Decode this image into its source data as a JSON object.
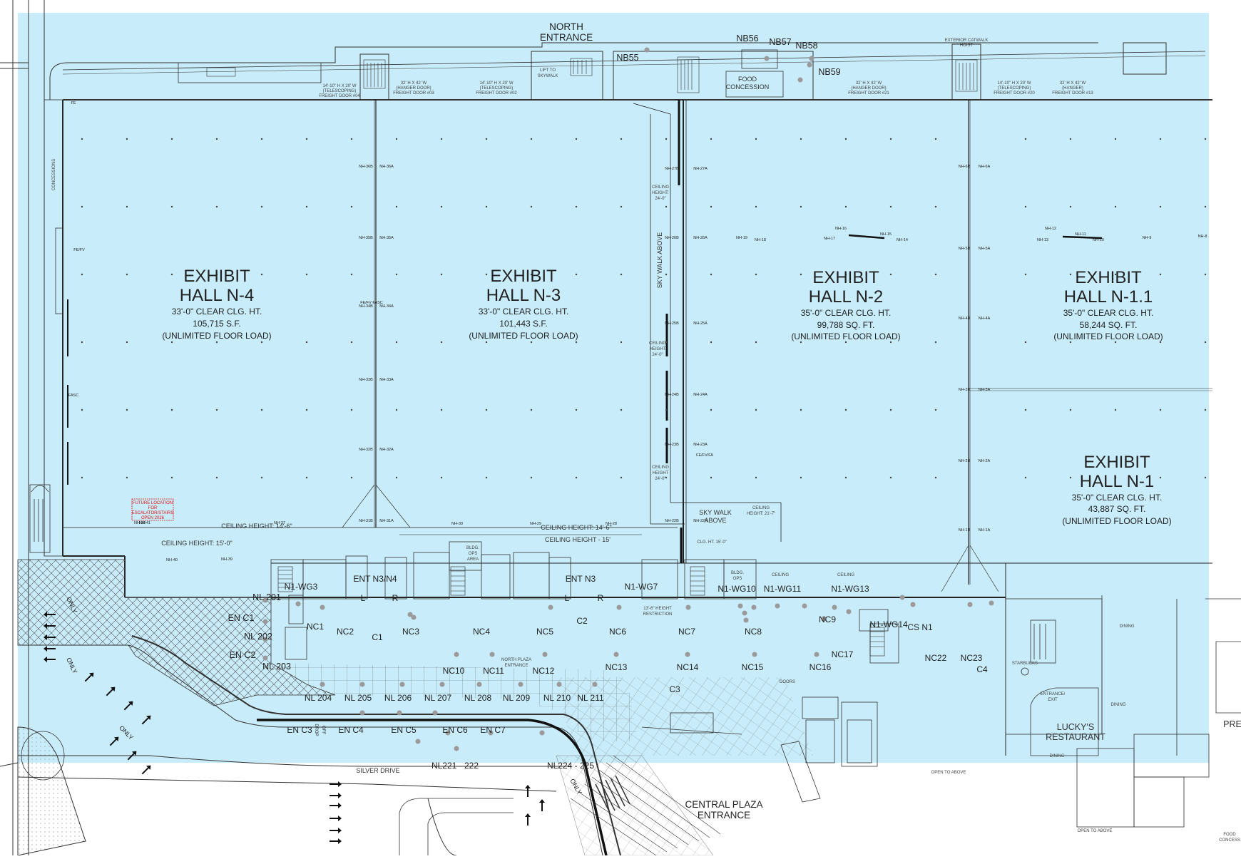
{
  "halls": [
    {
      "id": "n4",
      "title1": "EXHIBIT",
      "title2": "HALL N-4",
      "clearance": "33'-0\" CLEAR CLG. HT.",
      "area": "105,715 S.F.",
      "load": "(UNLIMITED FLOOR LOAD)"
    },
    {
      "id": "n3",
      "title1": "EXHIBIT",
      "title2": "HALL N-3",
      "clearance": "33'-0\" CLEAR CLG. HT.",
      "area": "101,443 S.F.",
      "load": "(UNLIMITED FLOOR LOAD)"
    },
    {
      "id": "n2",
      "title1": "EXHIBIT",
      "title2": "HALL N-2",
      "clearance": "35'-0\" CLEAR CLG. HT.",
      "area": "99,788 SQ. FT.",
      "load": "(UNLIMITED FLOOR LOAD)"
    },
    {
      "id": "n11",
      "title1": "EXHIBIT",
      "title2": "HALL N-1.1",
      "clearance": "35'-0\" CLEAR CLG. HT.",
      "area": "58,244 SQ. FT.",
      "load": "(UNLIMITED FLOOR LOAD)"
    },
    {
      "id": "n1",
      "title1": "EXHIBIT",
      "title2": "HALL N-1",
      "clearance": "35'-0\" CLEAR CLG. HT.",
      "area": "43,887 SQ. FT.",
      "load": "(UNLIMITED FLOOR LOAD)"
    }
  ],
  "entrances": {
    "north1": "NORTH",
    "north2": "ENTRANCE",
    "central1": "CENTRAL PLAZA",
    "central2": "ENTRANCE",
    "lucky1": "LUCKY'S",
    "lucky2": "RESTAURANT",
    "food1": "FOOD",
    "food2": "CONCESSION",
    "skyA1": "SKY WALK",
    "skyA2": "ABOVE",
    "skyV": "SKY WALK ABOVE",
    "lift1": "LIFT TO",
    "lift2": "SKYWALK",
    "concessions": "CONCESSIONS",
    "silver": "SILVER DRIVE",
    "north_plaza1": "NORTH PLAZA",
    "north_plaza2": "ENTRANCE",
    "pre": "PRE",
    "food_right1": "FOOD",
    "food_right2": "CONCESS",
    "bldg1": "BLDG.",
    "bldg2": "OPS",
    "bldg3": "AREA",
    "bldgops1": "BLDG.",
    "bldgops2": "OPS",
    "starbucks": "STARBUCKS",
    "dining": "DINING",
    "entrance_exit1": "ENTRANCE/",
    "entrance_exit2": "EXIT",
    "doors": "DOORS",
    "open_above": "OPEN TO ABOVE",
    "future1": "FUTURE LOCATION",
    "future2": "FOR",
    "future3": "ESCALATOR/STAIRS",
    "future4": "OPEN 2026",
    "restriction1": "13'-6\" HEIGHT",
    "restriction2": "RESTRICTION"
  },
  "ceilings": {
    "c1": "CEILING HEIGHT: 14'-6\"",
    "c2": "CEILING HEIGHT: 15'-0\"",
    "c3": "CEILING HEIGHT: 14'-6\"",
    "c4": "CEILING HEIGHT - 15'",
    "c5a": "CEILING",
    "c5b": "HEIGHT:",
    "c5c": "24'-0\"",
    "c6a": "CEILING",
    "c6b": "HEIGHT",
    "c6c": "24'-0\"",
    "c7a": "CEILING",
    "c7b": "HEIGHT",
    "c7c": "24'-0\"",
    "c8a": "CEILING",
    "c8b": "HEIGHT: 21'-7\"",
    "c9": "CLG. HT. 15'-0\"",
    "c10": "CEILING",
    "c11": "CEILING"
  },
  "doors": {
    "d1a": "14'-10\" H X 20' W",
    "d1b": "(TELESCOPING)",
    "d1c": "FREIGHT DOOR #04",
    "d2a": "32' H X 42' W",
    "d2b": "(HANGER DOOR)",
    "d2c": "FREIGHT DOOR #03",
    "d3a": "14'-10\" H X 20' W",
    "d3b": "(TELESCOPING)",
    "d3c": "FREIGHT DOOR #02",
    "d4a": "32' H X 42' W",
    "d4b": "(HANGER DOOR)",
    "d4c": "FREIGHT DOOR #21",
    "d5a": "14'-10\" H X 20' W",
    "d5b": "(TELESCOPING)",
    "d5c": "FREIGHT DOOR #20",
    "d6a": "32' H X 42' W",
    "d6b": "(HANGER)",
    "d6c": "FREIGHT DOOR #13",
    "catwalk1": "EXTERIOR CATWALK",
    "catwalk2": "HOIST"
  },
  "codes": [
    "NB55",
    "NB56",
    "NB57",
    "NB58",
    "NB59",
    "NL 201",
    "EN C1",
    "NL 202",
    "EN C2",
    "NL 203",
    "NC1",
    "NC2",
    "C1",
    "NC3",
    "NC4",
    "NC5",
    "C2",
    "NC6",
    "NC7",
    "NC8",
    "NC9",
    "NC10",
    "NC11",
    "NC12",
    "NC13",
    "NC14",
    "NC15",
    "NC16",
    "NC17",
    "NC22",
    "NC23",
    "C3",
    "C4",
    "CS N1",
    "NL 204",
    "NL 205",
    "NL 206",
    "NL 207",
    "NL 208",
    "NL 209",
    "NL 210",
    "NL 211",
    "EN C3",
    "EN C4",
    "EN C5",
    "EN C6",
    "EN C7",
    "NL221 - 222",
    "NL224 - 225",
    "N1-WG3",
    "ENT N3/N4",
    "L",
    "R",
    "ENT N3",
    "L",
    "R",
    "N1-WG7",
    "N1-WG10",
    "N1-WG11",
    "N1-WG13",
    "N1-WG14"
  ],
  "markers": [
    "NH-38",
    "NH-37",
    "NH-41",
    "NH-40",
    "NH-39",
    "NH-30",
    "NH-29",
    "NH-28",
    "NH-36B",
    "NH-36A",
    "NH-35B",
    "NH-35A",
    "NH-34B",
    "NH-34A",
    "NH-33B",
    "NH-33A",
    "NH-32B",
    "NH-32A",
    "NH-31B",
    "NH-31A",
    "NH-27B",
    "NH-27A",
    "NH-26B",
    "NH-26A",
    "NH-25B",
    "NH-25A",
    "NH-24B",
    "NH-24A",
    "NH-23B",
    "NH-23A",
    "NH-22B",
    "NH-22A",
    "NH-6B",
    "NH-6A",
    "NH-5B",
    "NH-5A",
    "NH-4B",
    "NH-4A",
    "NH-3B",
    "NH-3A",
    "NH-2B",
    "NH-2A",
    "NH-1B",
    "NH-1A",
    "NH-19",
    "NH-18",
    "NH-17",
    "NH-16",
    "NH-15",
    "NH-14",
    "NH-13",
    "NH-12",
    "NH-11",
    "NH-10",
    "NH-9",
    "NH-8",
    "FE/FV",
    "FE",
    "FASC",
    "FE/FV FASC",
    "FE/FV/FA"
  ],
  "directions": {
    "only": "ONLY",
    "drop": "DROP",
    "off": "OFF"
  },
  "colors": {
    "hall_fill": "#c8ecf9",
    "line": "#222222",
    "dot": "#9a9a9a",
    "plaza_hatch": "#555555"
  }
}
